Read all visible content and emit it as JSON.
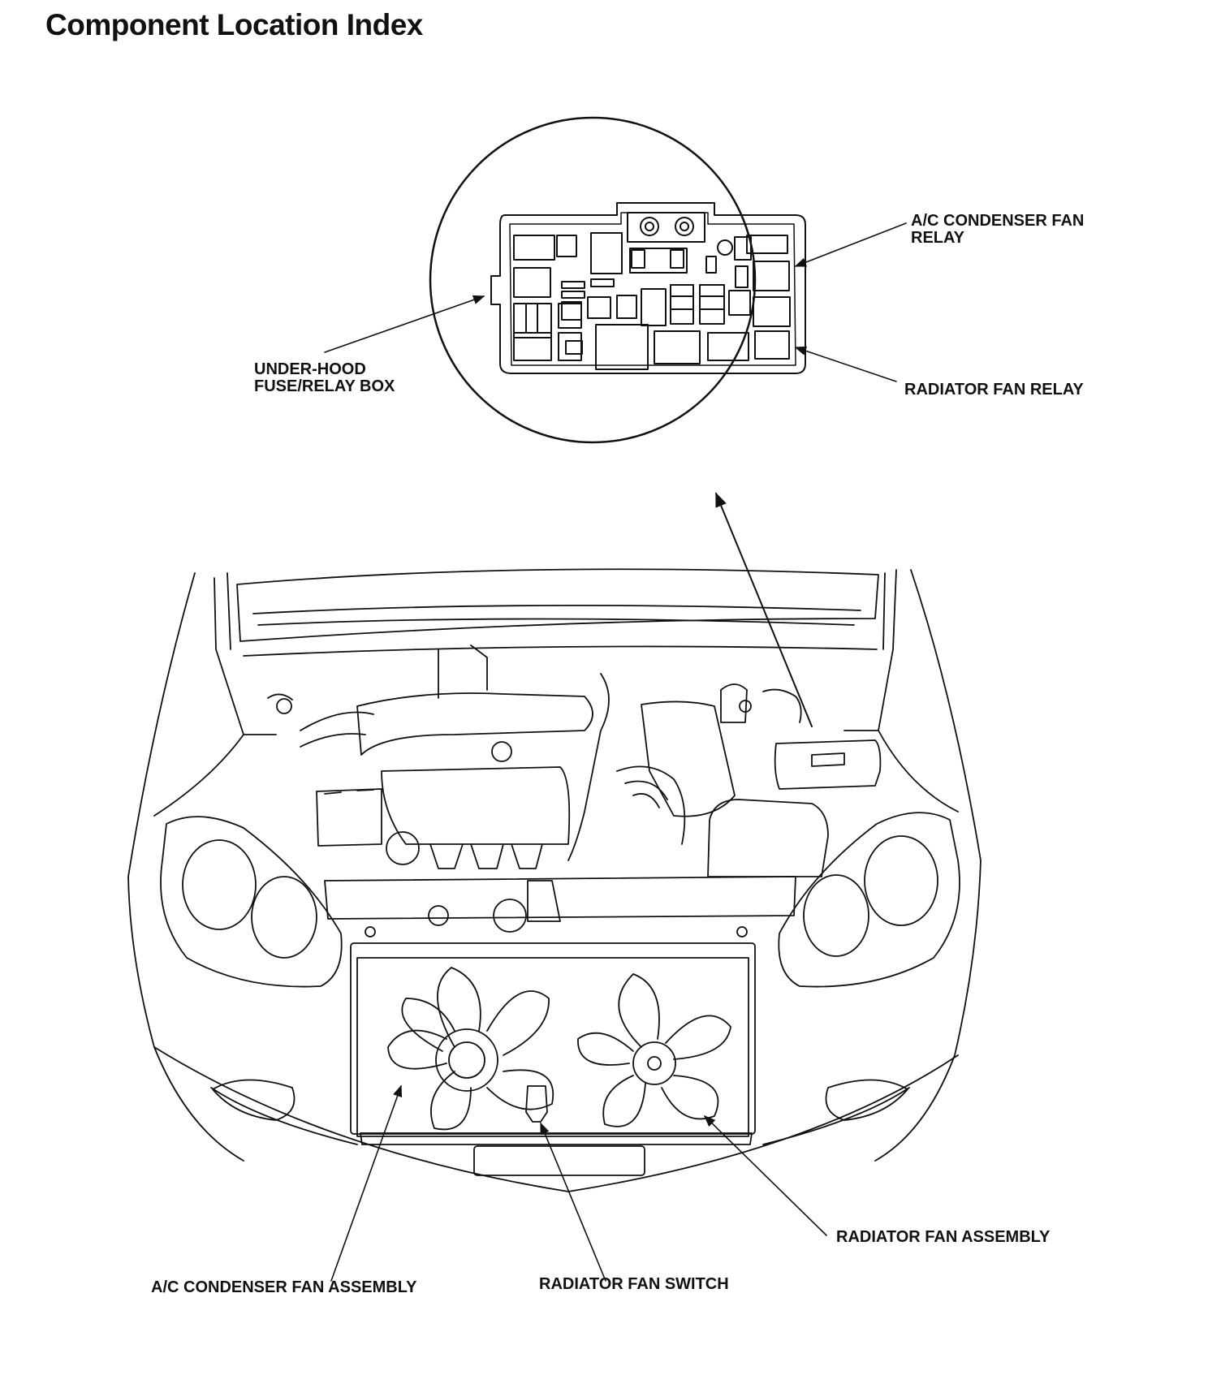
{
  "page": {
    "title": "Component Location Index"
  },
  "callouts": {
    "ac_condenser_fan_relay": [
      "A/C CONDENSER FAN",
      "RELAY"
    ],
    "under_hood_box": [
      "UNDER-HOOD",
      "FUSE/RELAY BOX"
    ],
    "radiator_fan_relay": "RADIATOR FAN RELAY",
    "radiator_fan_assembly": "RADIATOR FAN ASSEMBLY",
    "ac_condenser_fan_assembly": "A/C CONDENSER FAN ASSEMBLY",
    "radiator_fan_switch": "RADIATOR FAN SWITCH"
  },
  "colors": {
    "ink": "#111111",
    "paper": "#ffffff"
  }
}
